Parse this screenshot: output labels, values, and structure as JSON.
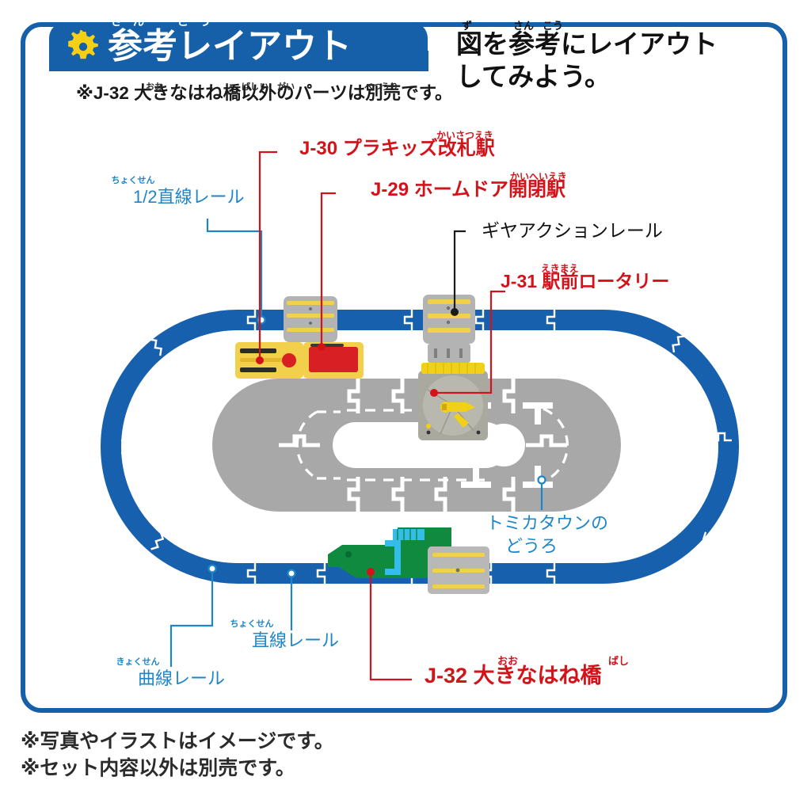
{
  "header": {
    "icon": "gear-icon",
    "title_main": "参考レイアウト",
    "title_ruby_1": "さん",
    "title_ruby_2": "こう",
    "note": "※J-32 大きなはね橋以外のパーツは別売です。",
    "note_ruby_oo": "おお",
    "note_ruby_ba": "ばし",
    "note_ruby_i": "い",
    "note_ruby_gai": "がい",
    "note_ruby_betsu": "べつ",
    "note_ruby_uri": "うり",
    "headline_line1": "図を参考にレイアウト",
    "headline_line2": "してみよう。",
    "headline_ruby_zu": "ず",
    "headline_ruby_san": "さん",
    "headline_ruby_kou": "こう",
    "accent_blue": "#1560a8",
    "accent_red": "#d3121a",
    "accent_yellow": "#f5d017",
    "label_blue": "#1e86c8"
  },
  "labels": [
    {
      "id": "half-straight-rail",
      "text": "1/2直線レール",
      "ruby": "ちょくせん",
      "color": "#1e86c8"
    },
    {
      "id": "j30-plarail-gate-station",
      "text": "J-30 プラキッズ改札駅",
      "ruby": "かいさつえき",
      "color": "#d3121a"
    },
    {
      "id": "j29-platform-door-station",
      "text": "J-29 ホームドア開閉駅",
      "ruby": "かいへいえき",
      "color": "#d3121a"
    },
    {
      "id": "gear-action-rail",
      "text": "ギヤアクションレール",
      "ruby": "",
      "color": "#111111"
    },
    {
      "id": "j31-station-rotary",
      "text": "J-31 駅前ロータリー",
      "ruby": "えきまえ",
      "color": "#d3121a"
    },
    {
      "id": "tomica-town-road",
      "text_line1": "トミカタウンの",
      "text_line2": "どうろ",
      "ruby": "",
      "color": "#1e86c8"
    },
    {
      "id": "straight-rail",
      "text": "直線レール",
      "ruby": "ちょくせん",
      "color": "#1e86c8"
    },
    {
      "id": "curve-rail",
      "text": "曲線レール",
      "ruby": "きょくせん",
      "color": "#1e86c8"
    },
    {
      "id": "j32-big-lift-bridge",
      "text": "J-32 大きなはね橋",
      "ruby_oo": "おお",
      "ruby_bashi": "ばし",
      "color": "#d3121a"
    }
  ],
  "diagram": {
    "track_color": "#1760ae",
    "track_color_dark": "#14559a",
    "road_color": "#a8a8a8",
    "road_line": "#ffffff",
    "station_gray": "#b3b3b3",
    "station_yellow": "#f2d04b",
    "station_red": "#d81f24",
    "bridge_green": "#0f8a3e",
    "bridge_cyan": "#33bde8",
    "parts": [
      "curve-rail",
      "straight-rail",
      "half-straight-rail",
      "j29-platform-door-station",
      "j30-plarail-gate-station",
      "gear-action-rail",
      "j31-station-rotary",
      "tomica-town-road",
      "j32-big-lift-bridge"
    ]
  },
  "footnotes": {
    "line1": "※写真やイラストはイメージです。",
    "line2": "※セット内容以外は別売です。"
  }
}
